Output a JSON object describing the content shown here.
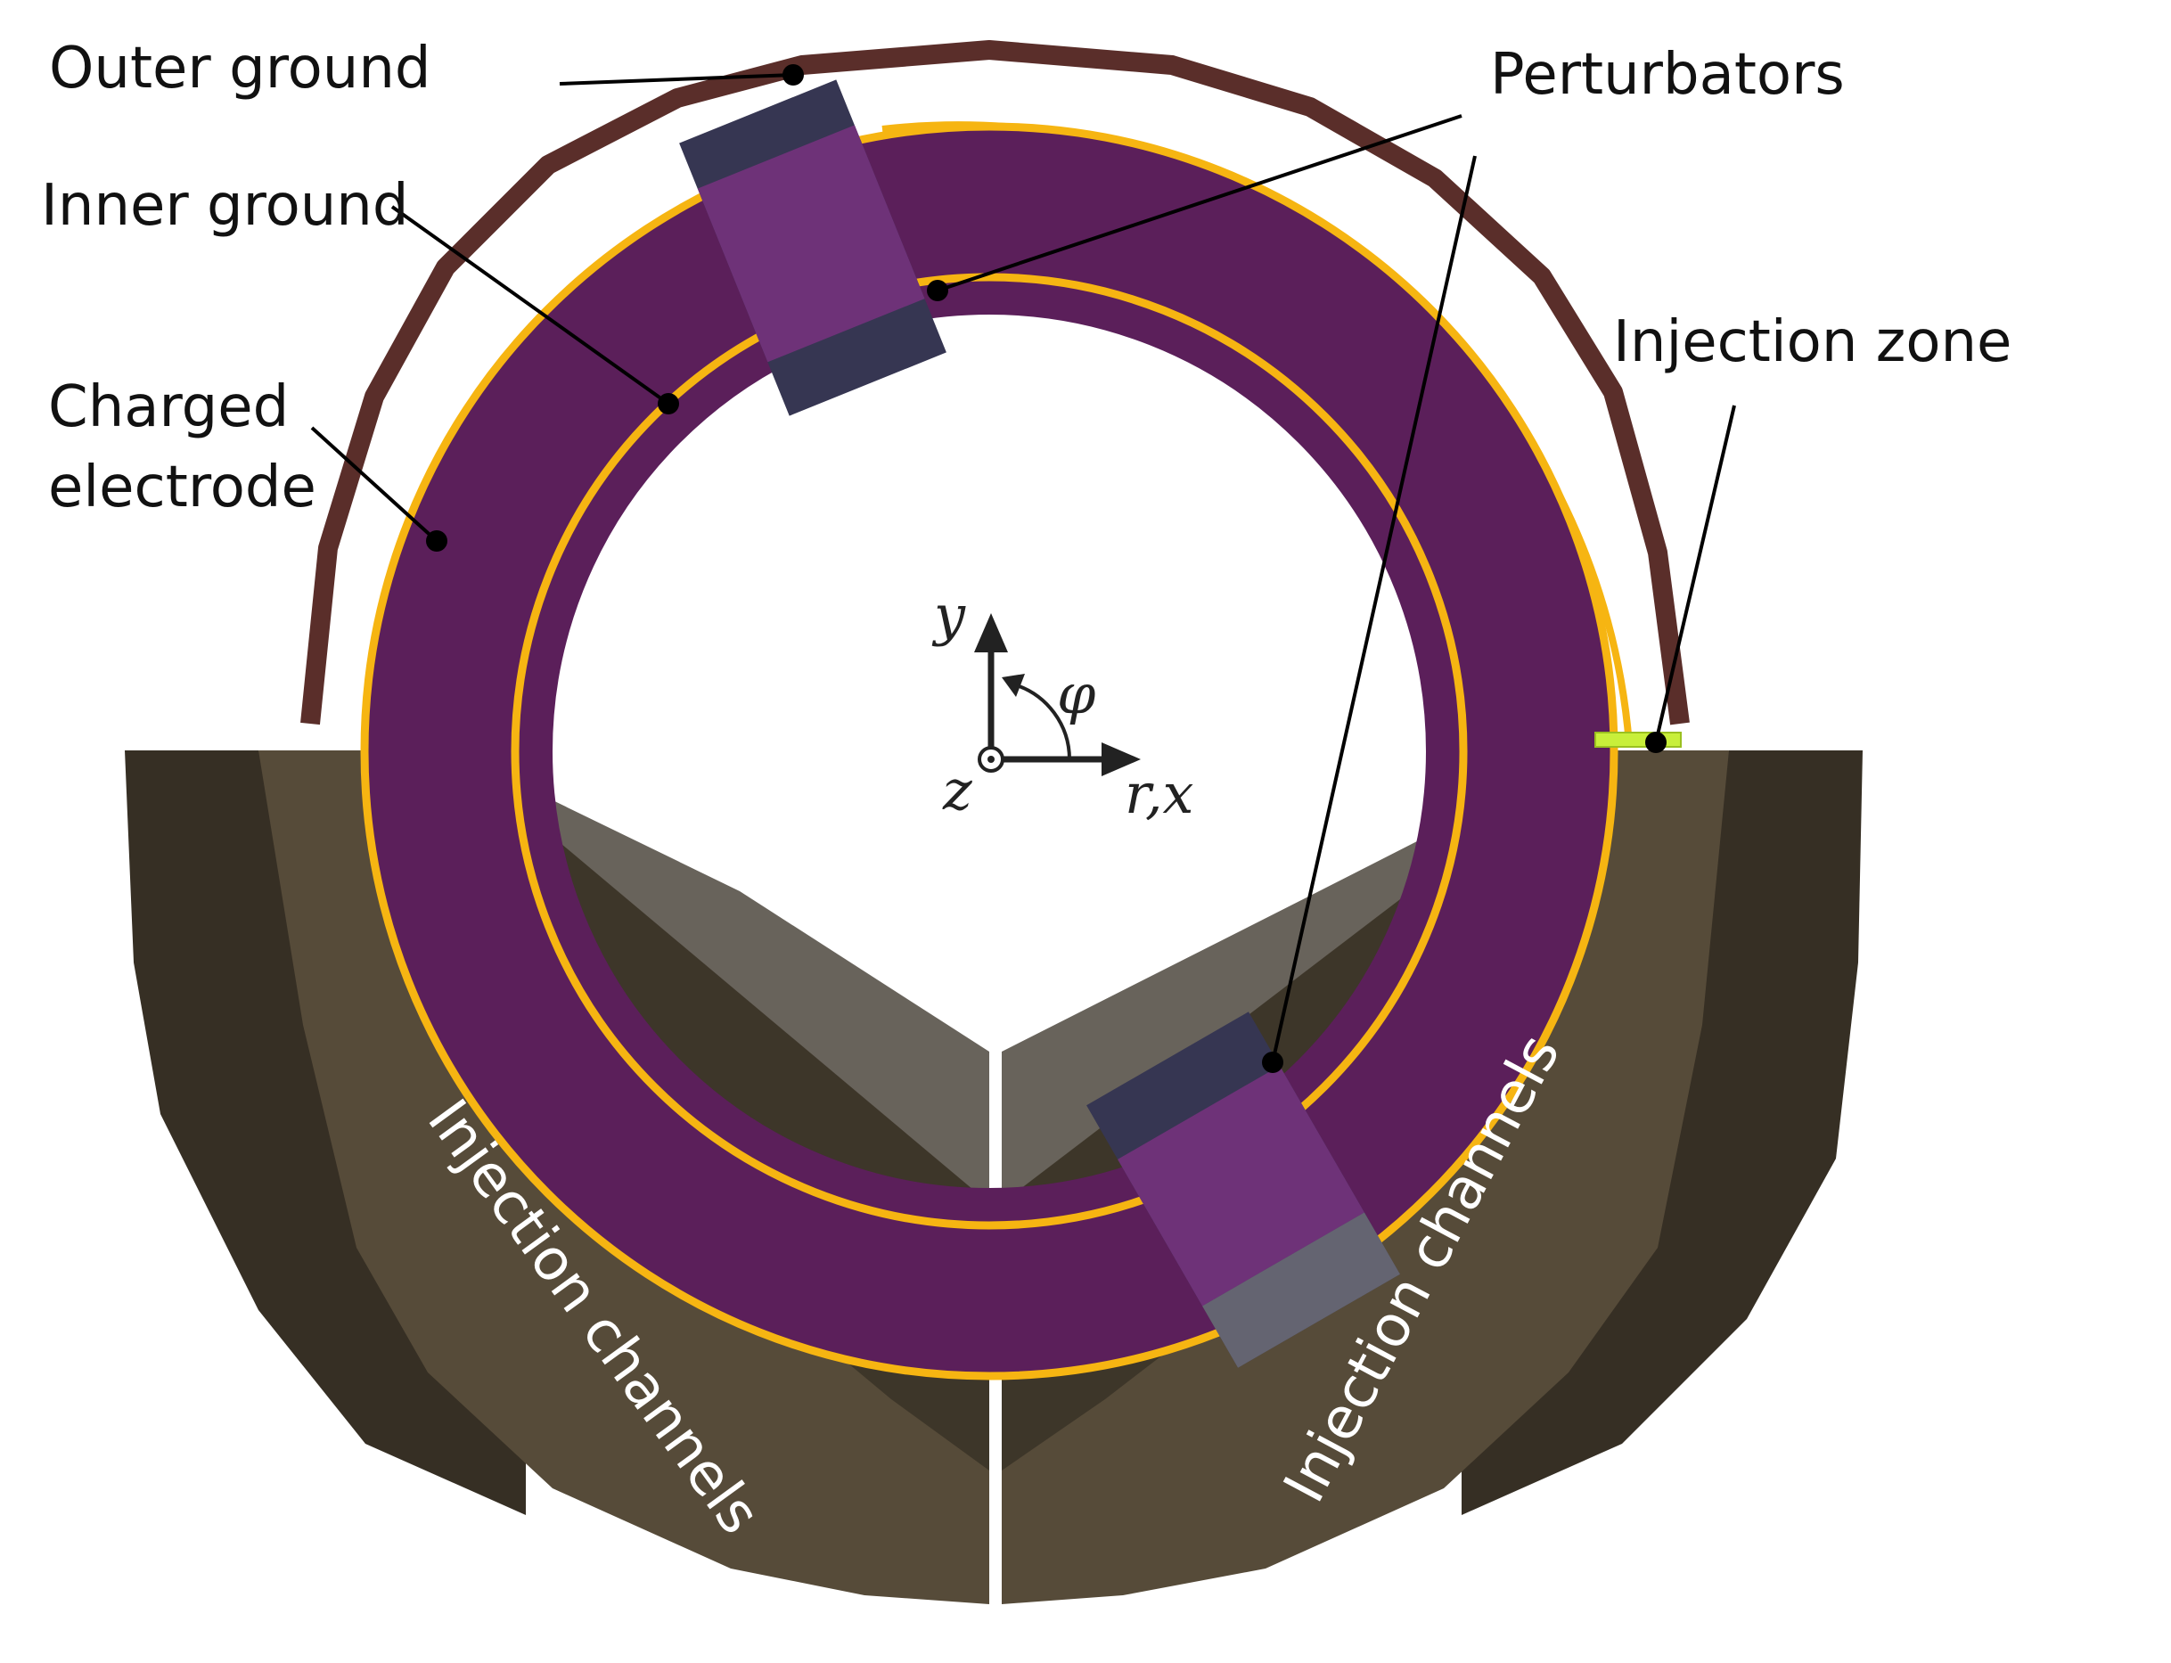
{
  "labels": {
    "outer_ground": "Outer ground",
    "inner_ground": "Inner ground",
    "charged_electrode_line1": "Charged",
    "charged_electrode_line2": "electrode",
    "perturbators": "Perturbators",
    "injection_zone": "Injection zone",
    "injection_channels_left": "Injection channels",
    "injection_channels_right": "Injection channels"
  },
  "axes": {
    "y": "y",
    "phi": "φ",
    "z": "z",
    "r_x": "r,x"
  },
  "colors": {
    "outer_ground": "#5a2e2a",
    "electrode_ring": "#5b1f5a",
    "grounds_outline": "#f6b512",
    "perturbator": "#363652",
    "perturbator_overlap": "#6e3278",
    "channel_dark": "#362f24",
    "channel_light": "#564b39",
    "injection_zone": "#c8ef3a",
    "channel_text": "#ffffff"
  }
}
